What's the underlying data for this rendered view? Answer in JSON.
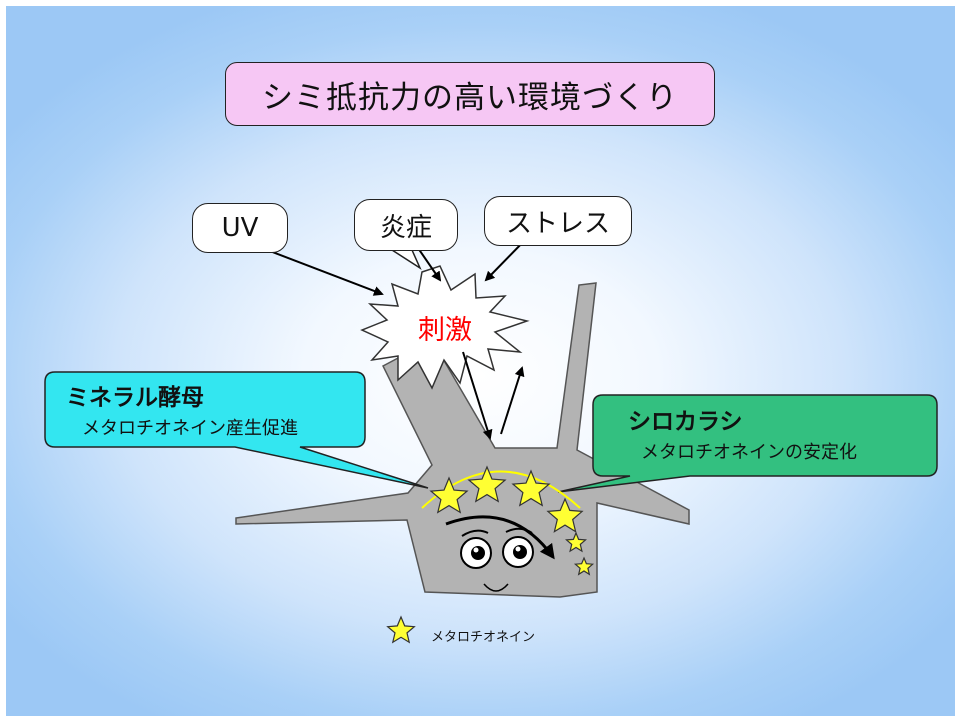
{
  "title": "シミ抵抗力の高い環境づくり",
  "stimuli": {
    "uv": "UV",
    "inflammation": "炎症",
    "stress": "ストレス"
  },
  "burst_label": "刺激",
  "mineral_yeast": {
    "title": "ミネラル酵母",
    "subtitle": "メタロチオネイン産生促進",
    "color": "#33e6f0"
  },
  "shirokarashi": {
    "title": "シロカラシ",
    "subtitle": "メタロチオネインの安定化",
    "color": "#33c080"
  },
  "legend": {
    "label": "メタロチオネイン",
    "star_color": "#ffff33"
  },
  "colors": {
    "title_bg": "#f6c7f4",
    "cell_fill": "#b3b3b3",
    "burst_text": "#ff0000",
    "arc": "#ffff00"
  }
}
